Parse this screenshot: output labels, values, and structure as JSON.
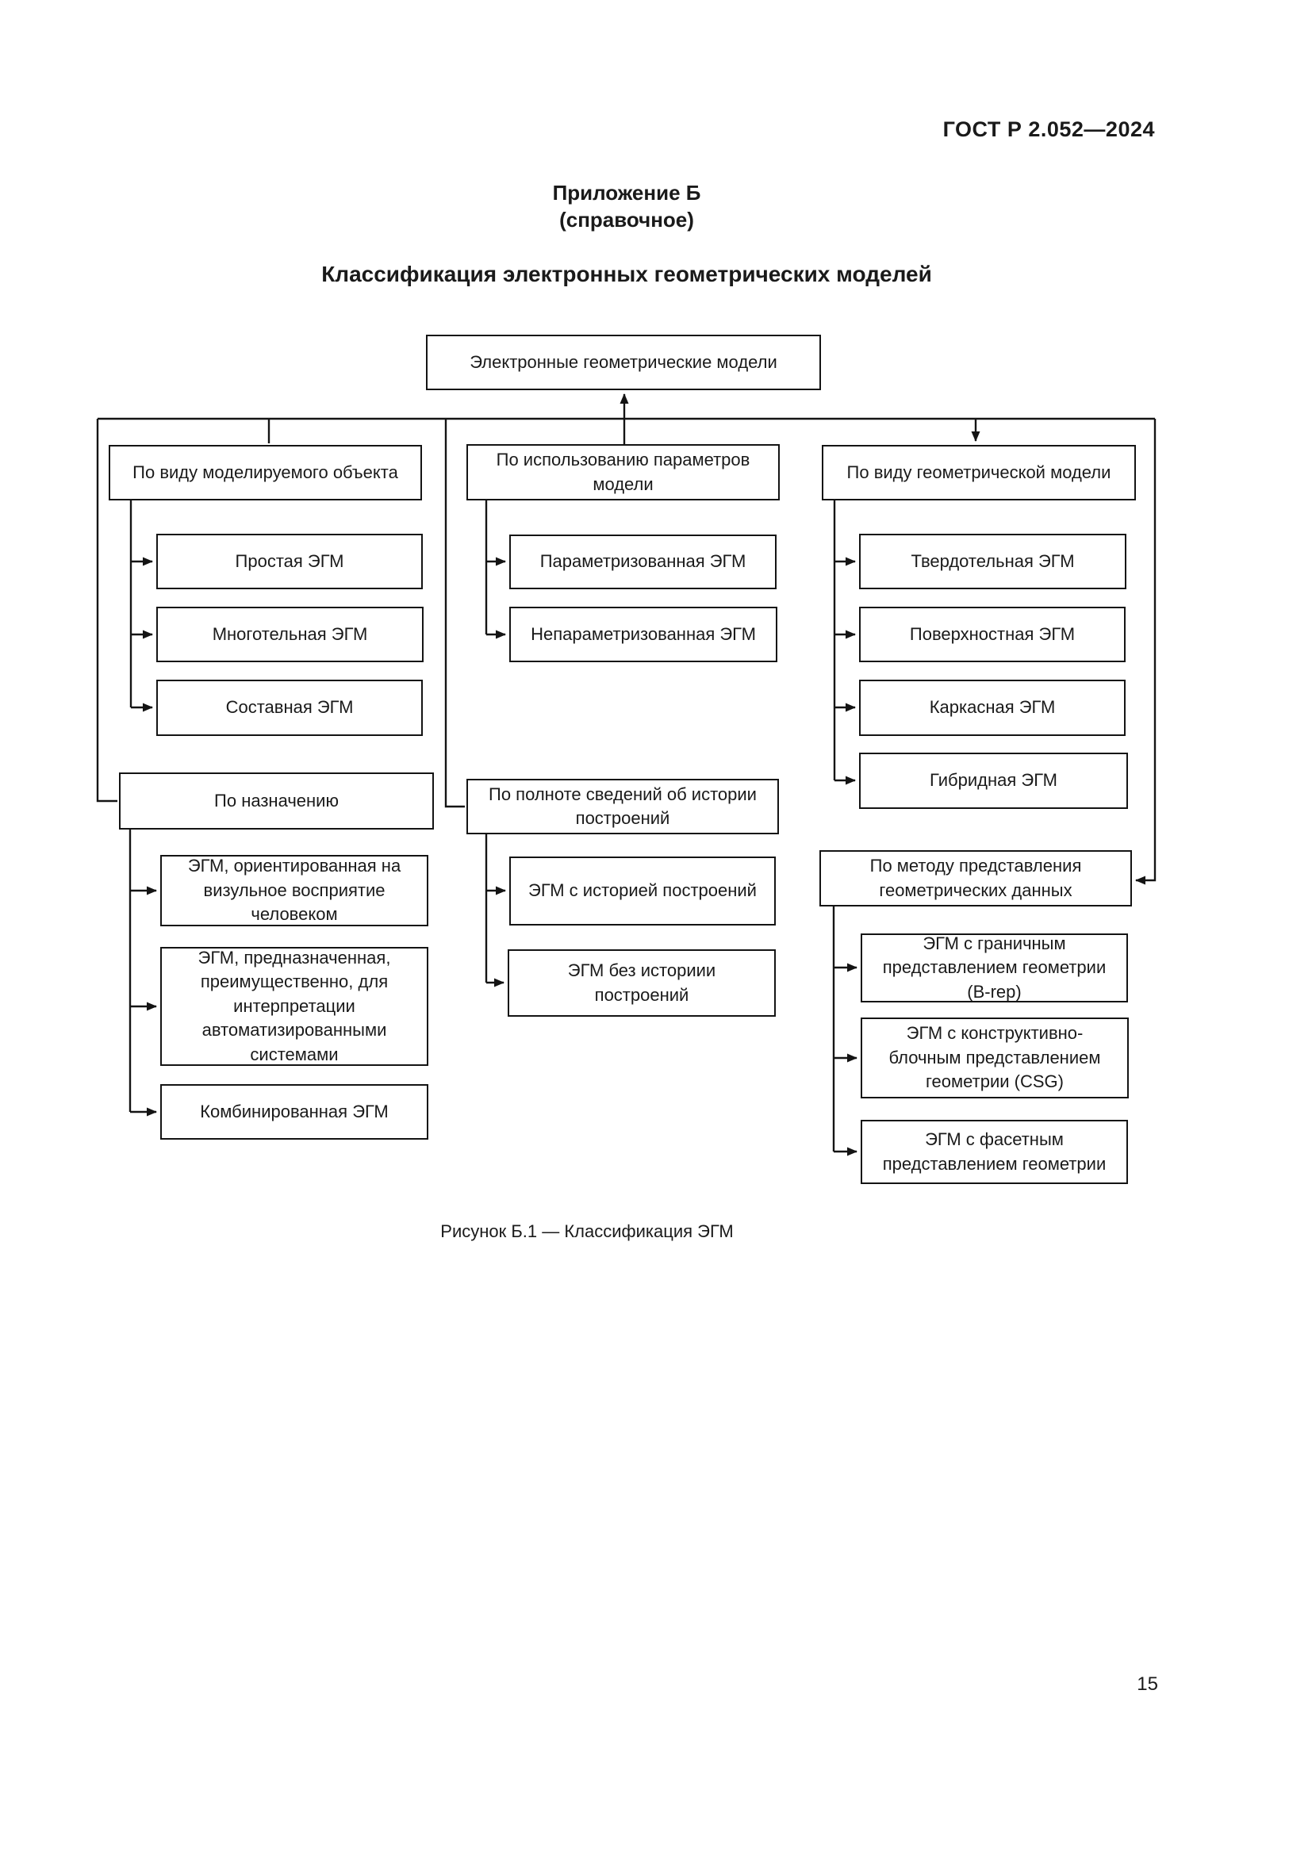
{
  "colors": {
    "ink": "#141414",
    "paper": "#ffffff"
  },
  "header": {
    "doc_number": "ГОСТ Р 2.052—2024"
  },
  "appendix": {
    "label": "Приложение Б",
    "type": "(справочное)",
    "title": "Классификация электронных геометрических моделей"
  },
  "figure": {
    "caption": "Рисунок Б.1 — Классификация ЭГМ"
  },
  "footer": {
    "page_number": "15"
  },
  "diagram": {
    "root": "Электронные геометрические модели",
    "groups": [
      {
        "header": "По виду моделируемого объекта",
        "items": [
          "Простая ЭГМ",
          "Многотельная ЭГМ",
          "Составная ЭГМ"
        ]
      },
      {
        "header": "По использованию параметров модели",
        "items": [
          "Параметризованная ЭГМ",
          "Непараметризованная ЭГМ"
        ]
      },
      {
        "header": "По виду геометрической модели",
        "items": [
          "Твердотельная ЭГМ",
          "Поверхностная ЭГМ",
          "Каркасная ЭГМ",
          "Гибридная ЭГМ"
        ]
      },
      {
        "header": "По назначению",
        "items": [
          "ЭГМ, ориентированная на визульное восприятие человеком",
          "ЭГМ, предназначенная, преимущественно, для интерпретации автоматизированными системами",
          "Комбинированная ЭГМ"
        ]
      },
      {
        "header": "По полноте сведений об истории построений",
        "items": [
          "ЭГМ с историей построений",
          "ЭГМ без историии построений"
        ]
      },
      {
        "header": "По методу представления геометрических данных",
        "items": [
          "ЭГМ с граничным представлением геометрии (B-rep)",
          "ЭГМ с конструктивно-блочным представлением геометрии (CSG)",
          "ЭГМ с фасетным представлением геометрии"
        ]
      }
    ]
  }
}
